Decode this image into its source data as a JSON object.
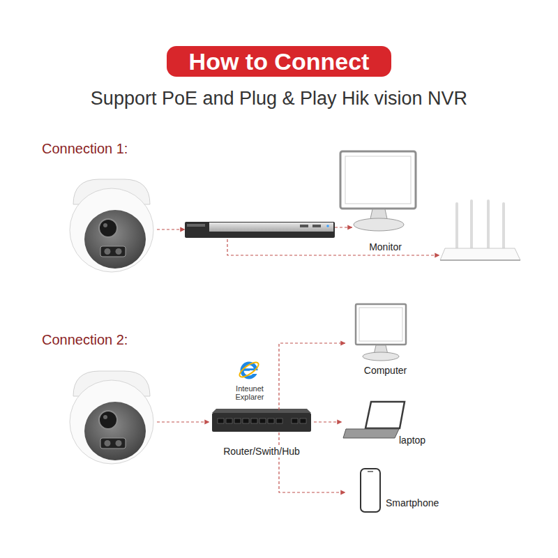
{
  "diagram": {
    "title": "How to Connect",
    "nodes": [
      {
        "text": []
      },
      {
        "text": []
      },
      {
        "text": [
          "Monitor"
        ]
      },
      {
        "text": []
      },
      {
        "text": []
      },
      {
        "text": [
          "Router/Swith/Hub"
        ]
      },
      {
        "text": [
          "Computer"
        ]
      },
      {
        "text": [
          "laptop"
        ]
      },
      {
        "text": [
          "Smartphone"
        ]
      }
    ],
    "edges": [
      {
        "from": 0,
        "to": 1,
        "arrow": "to"
      },
      {
        "from": 1,
        "to": 2,
        "arrow": "to"
      },
      {
        "from": 1,
        "to": 3,
        "arrow": "to"
      },
      {
        "from": 4,
        "to": 5,
        "arrow": "to"
      },
      {
        "from": 5,
        "to": 6,
        "arrow": "to"
      },
      {
        "from": 5,
        "to": 7,
        "arrow": "to"
      },
      {
        "from": 5,
        "to": 8,
        "arrow": "to"
      }
    ],
    "labels": [
      "Support PoE and Plug & Play Hik vision NVR",
      "Connection 1:",
      "Connection 2:",
      "Inteunet Explarer"
    ]
  }
}
